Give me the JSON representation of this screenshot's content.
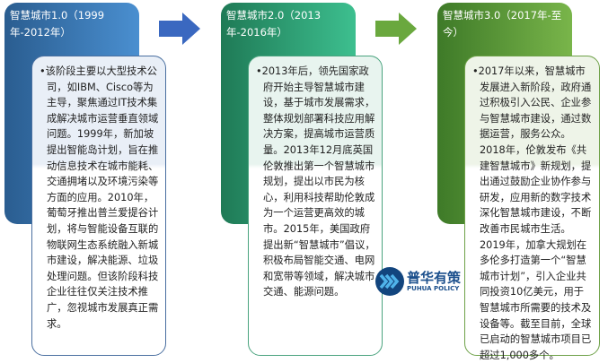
{
  "stages": [
    {
      "title": "智慧城市1.0（1999年-2012年）",
      "text": "•该阶段主要以大型技术公司，如IBM、Cisco等为主导，聚焦通过IT技术集成解决城市运营垂直领域问题。1999年，新加坡提出智能岛计划，旨在推动信息技术在城市能耗、交通拥堵以及环境污染等方面的应用。2010年，葡萄牙推出普兰爱提谷计划，将与智能设备互联的物联网生态系统融入新城市建设，解决能源、垃圾处理问题。但该阶段科技企业往往仅关注技术推广，忽视城市发展真正需求。"
    },
    {
      "title": "智慧城市2.0（2013年-2016年）",
      "text": "•2013年后，领先国家政府开始主导智慧城市建设，基于城市发展需求，整体规划部署科技应用解决方案，提高城市运营质量。2013年12月底英国伦敦推出第一个智慧城市规划，提出以市民为核心，利用科技帮助伦敦成为一个运营更高效的城市。2015年，美国政府提出新“智慧城市”倡议，积极布局智能交通、电网和宽带等领域，解决城市交通、能源问题。"
    },
    {
      "title": "智慧城市3.0（2017年-至今）",
      "text": "•2017年以来，智慧城市发展进入新阶段，政府通过积极引入公民、企业参与智慧城市建设，通过数据运营，服务公众。2018年，伦敦发布《共建智慧城市》新规划，提出通过鼓励企业协作参与研发，应用新的数字技术深化智慧城市建设，不断改善市民城市生活。2019年，加拿大规划在多伦多打造第一个“智慧城市计划”，引入企业共同投资10亿美元，用于智慧城市所需要的技术及设备等。截至目前，全球已启动的智慧城市项目已超过1,000多个。"
    }
  ],
  "logo": {
    "cn": "普华有策",
    "en": "PUHUA POLICY"
  },
  "colors": {
    "stage1": "#3a78b8",
    "stage2": "#2fa877",
    "stage3": "#5e9a3a",
    "arrow1": "#3a68c0",
    "arrow2": "#6aa83e"
  }
}
